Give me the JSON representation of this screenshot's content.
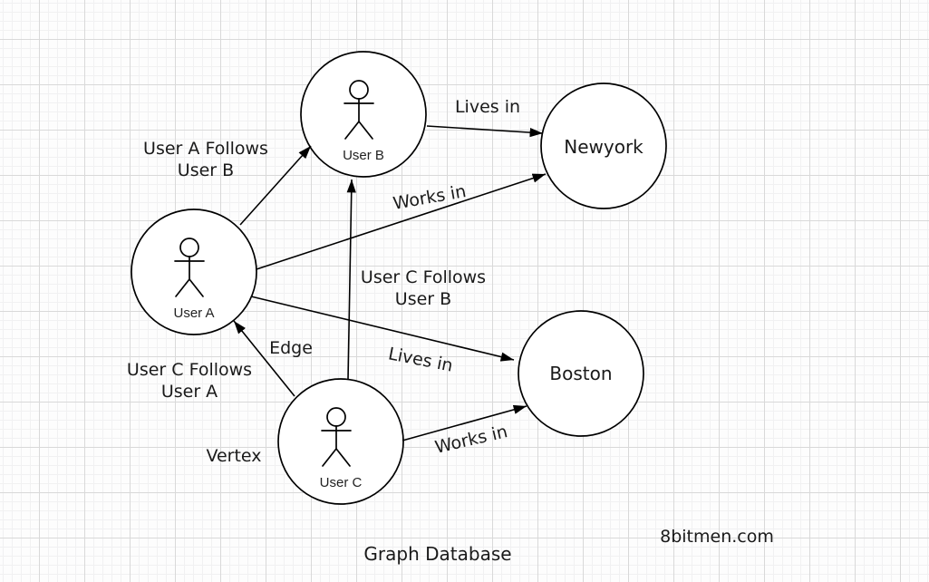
{
  "diagram": {
    "title": "Graph Database",
    "watermark": "8bitmen.com"
  },
  "nodes": {
    "user_a": {
      "label": "User A",
      "type": "person"
    },
    "user_b": {
      "label": "User B",
      "type": "person"
    },
    "user_c": {
      "label": "User C",
      "type": "person"
    },
    "newyork": {
      "label": "Newyork",
      "type": "place"
    },
    "boston": {
      "label": "Boston",
      "type": "place"
    }
  },
  "edges": {
    "a_follows_b": {
      "from": "User A",
      "to": "User B",
      "label_line1": "User A Follows",
      "label_line2": "User B"
    },
    "b_lives_in_newyork": {
      "from": "User B",
      "to": "Newyork",
      "label": "Lives in"
    },
    "a_works_in_newyork": {
      "from": "User A",
      "to": "Newyork",
      "label": "Works in"
    },
    "c_follows_b": {
      "from": "User C",
      "to": "User B",
      "label_line1": "User C Follows",
      "label_line2": "User B"
    },
    "c_follows_a": {
      "from": "User C",
      "to": "User A",
      "label_line1": "User C Follows",
      "label_line2": "User A"
    },
    "a_lives_in_boston": {
      "from": "User A",
      "to": "Boston",
      "label": "Lives in"
    },
    "c_works_in_boston": {
      "from": "User C",
      "to": "Boston",
      "label": "Works in"
    }
  },
  "annotations": {
    "edge_label": "Edge",
    "vertex_label": "Vertex"
  },
  "colors": {
    "background": "#fdfdfd",
    "grid_major": "#d9d9d9",
    "grid_minor": "#f1f1f2",
    "stroke": "#000000",
    "text": "#1a1a1a"
  }
}
